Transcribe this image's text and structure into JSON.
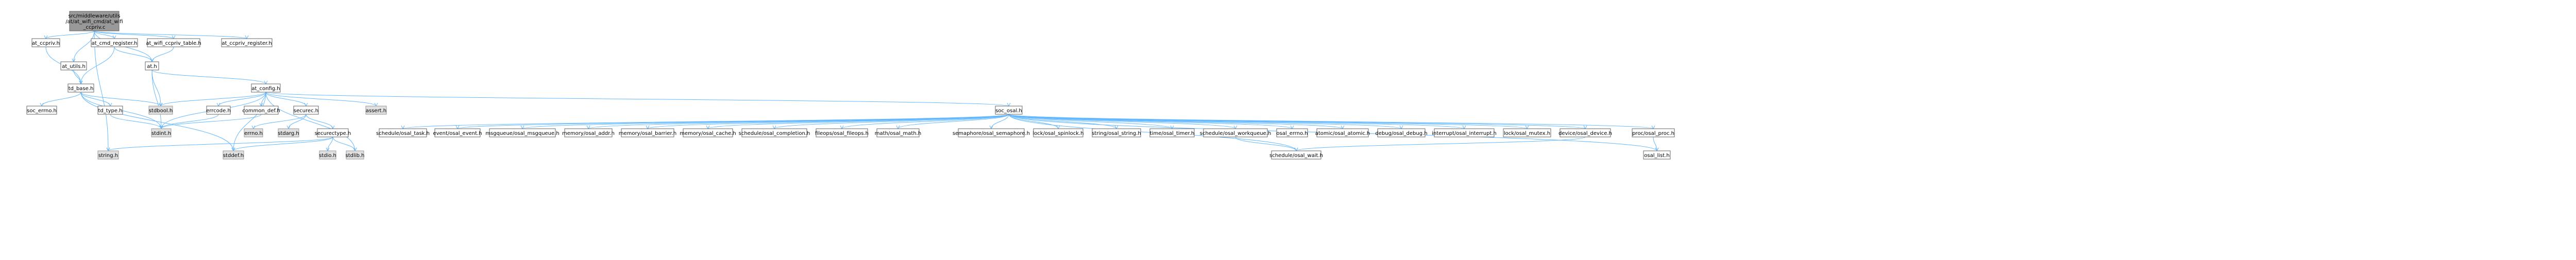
{
  "graph": {
    "root": {
      "id": "root",
      "lines": [
        "src/middleware/utils",
        "/at/at_wifi_cmd/at_wifi",
        "_ccpriv.c"
      ]
    },
    "nodes": [
      {
        "id": "at_ccpriv_h",
        "label": "at_ccpriv.h",
        "system": false
      },
      {
        "id": "at_cmd_register_h",
        "label": "at_cmd_register.h",
        "system": false
      },
      {
        "id": "at_wifi_ccpriv_table_h",
        "label": "at_wifi_ccpriv_table.h",
        "system": false
      },
      {
        "id": "at_ccpriv_register_h",
        "label": "at_ccpriv_register.h",
        "system": false
      },
      {
        "id": "at_utils_h",
        "label": "at_utils.h",
        "system": false
      },
      {
        "id": "at_h",
        "label": "at.h",
        "system": false
      },
      {
        "id": "td_base_h",
        "label": "td_base.h",
        "system": false
      },
      {
        "id": "at_config_h",
        "label": "at_config.h",
        "system": false
      },
      {
        "id": "soc_errno_h",
        "label": "soc_errno.h",
        "system": false
      },
      {
        "id": "td_type_h",
        "label": "td_type.h",
        "system": false
      },
      {
        "id": "stdbool_h",
        "label": "stdbool.h",
        "system": true
      },
      {
        "id": "errcode_h",
        "label": "errcode.h",
        "system": false
      },
      {
        "id": "common_def_h",
        "label": "common_def.h",
        "system": false
      },
      {
        "id": "securec_h",
        "label": "securec.h",
        "system": false
      },
      {
        "id": "assert_h",
        "label": "assert.h",
        "system": true
      },
      {
        "id": "soc_osal_h",
        "label": "soc_osal.h",
        "system": false
      },
      {
        "id": "stdint_h",
        "label": "stdint.h",
        "system": true
      },
      {
        "id": "errno_h",
        "label": "errno.h",
        "system": true
      },
      {
        "id": "stdarg_h",
        "label": "stdarg.h",
        "system": true
      },
      {
        "id": "securectype_h",
        "label": "securectype.h",
        "system": false
      },
      {
        "id": "string_h",
        "label": "string.h",
        "system": true
      },
      {
        "id": "stddef_h",
        "label": "stddef.h",
        "system": true
      },
      {
        "id": "stdio_h",
        "label": "stdio.h",
        "system": true
      },
      {
        "id": "stdlib_h",
        "label": "stdlib.h",
        "system": true
      },
      {
        "id": "osal_task_h",
        "label": "schedule/osal_task.h",
        "system": false
      },
      {
        "id": "osal_event_h",
        "label": "event/osal_event.h",
        "system": false
      },
      {
        "id": "osal_msgqueue_h",
        "label": "msgqueue/osal_msgqueue.h",
        "system": false
      },
      {
        "id": "osal_addr_h",
        "label": "memory/osal_addr.h",
        "system": false
      },
      {
        "id": "osal_barrier_h",
        "label": "memory/osal_barrier.h",
        "system": false
      },
      {
        "id": "osal_cache_h",
        "label": "memory/osal_cache.h",
        "system": false
      },
      {
        "id": "osal_completion_h",
        "label": "schedule/osal_completion.h",
        "system": false
      },
      {
        "id": "osal_fileops_h",
        "label": "fileops/osal_fileops.h",
        "system": false
      },
      {
        "id": "osal_math_h",
        "label": "math/osal_math.h",
        "system": false
      },
      {
        "id": "osal_semaphore_h",
        "label": "semaphore/osal_semaphore.h",
        "system": false
      },
      {
        "id": "osal_spinlock_h",
        "label": "lock/osal_spinlock.h",
        "system": false
      },
      {
        "id": "osal_string_h",
        "label": "string/osal_string.h",
        "system": false
      },
      {
        "id": "osal_timer_h",
        "label": "time/osal_timer.h",
        "system": false
      },
      {
        "id": "osal_workqueue_h",
        "label": "schedule/osal_workqueue.h",
        "system": false
      },
      {
        "id": "osal_errno_h",
        "label": "osal_errno.h",
        "system": false
      },
      {
        "id": "osal_atomic_h",
        "label": "atomic/osal_atomic.h",
        "system": false
      },
      {
        "id": "osal_debug_h",
        "label": "debug/osal_debug.h",
        "system": false
      },
      {
        "id": "osal_interrupt_h",
        "label": "interrupt/osal_interrupt.h",
        "system": false
      },
      {
        "id": "osal_mutex_h",
        "label": "lock/osal_mutex.h",
        "system": false
      },
      {
        "id": "osal_device_h",
        "label": "device/osal_device.h",
        "system": false
      },
      {
        "id": "osal_proc_h",
        "label": "proc/osal_proc.h",
        "system": false
      },
      {
        "id": "osal_wait_h",
        "label": "schedule/osal_wait.h",
        "system": false
      },
      {
        "id": "osal_list_h",
        "label": "osal_list.h",
        "system": false
      }
    ],
    "edges": [
      [
        "root",
        "at_ccpriv_h"
      ],
      [
        "root",
        "at_cmd_register_h"
      ],
      [
        "root",
        "at_wifi_ccpriv_table_h"
      ],
      [
        "root",
        "at_ccpriv_register_h"
      ],
      [
        "root",
        "at_utils_h"
      ],
      [
        "root",
        "at_h"
      ],
      [
        "root",
        "string_h"
      ],
      [
        "at_ccpriv_h",
        "td_base_h"
      ],
      [
        "at_cmd_register_h",
        "td_base_h"
      ],
      [
        "at_cmd_register_h",
        "at_h"
      ],
      [
        "at_wifi_ccpriv_table_h",
        "at_h"
      ],
      [
        "at_utils_h",
        "td_base_h"
      ],
      [
        "td_base_h",
        "soc_errno_h"
      ],
      [
        "td_base_h",
        "td_type_h"
      ],
      [
        "td_base_h",
        "stdbool_h"
      ],
      [
        "td_base_h",
        "stdint_h"
      ],
      [
        "td_base_h",
        "stddef_h"
      ],
      [
        "td_type_h",
        "stdint_h"
      ],
      [
        "at_h",
        "stdbool_h"
      ],
      [
        "at_h",
        "stdint_h"
      ],
      [
        "at_h",
        "at_config_h"
      ],
      [
        "at_config_h",
        "stdbool_h"
      ],
      [
        "at_config_h",
        "errcode_h"
      ],
      [
        "at_config_h",
        "common_def_h"
      ],
      [
        "at_config_h",
        "securec_h"
      ],
      [
        "at_config_h",
        "assert_h"
      ],
      [
        "at_config_h",
        "soc_osal_h"
      ],
      [
        "at_config_h",
        "stdint_h"
      ],
      [
        "at_config_h",
        "stddef_h"
      ],
      [
        "at_config_h",
        "stdlib_h"
      ],
      [
        "errcode_h",
        "stdint_h"
      ],
      [
        "common_def_h",
        "stdint_h"
      ],
      [
        "securec_h",
        "errno_h"
      ],
      [
        "securec_h",
        "stdarg_h"
      ],
      [
        "securec_h",
        "securectype_h"
      ],
      [
        "securectype_h",
        "string_h"
      ],
      [
        "securectype_h",
        "stddef_h"
      ],
      [
        "securectype_h",
        "stdio_h"
      ],
      [
        "securectype_h",
        "stdlib_h"
      ],
      [
        "soc_osal_h",
        "osal_task_h"
      ],
      [
        "soc_osal_h",
        "osal_event_h"
      ],
      [
        "soc_osal_h",
        "osal_msgqueue_h"
      ],
      [
        "soc_osal_h",
        "osal_addr_h"
      ],
      [
        "soc_osal_h",
        "osal_barrier_h"
      ],
      [
        "soc_osal_h",
        "osal_cache_h"
      ],
      [
        "soc_osal_h",
        "osal_completion_h"
      ],
      [
        "soc_osal_h",
        "osal_fileops_h"
      ],
      [
        "soc_osal_h",
        "osal_math_h"
      ],
      [
        "soc_osal_h",
        "osal_semaphore_h"
      ],
      [
        "soc_osal_h",
        "osal_spinlock_h"
      ],
      [
        "soc_osal_h",
        "osal_string_h"
      ],
      [
        "soc_osal_h",
        "osal_timer_h"
      ],
      [
        "soc_osal_h",
        "osal_workqueue_h"
      ],
      [
        "soc_osal_h",
        "osal_errno_h"
      ],
      [
        "soc_osal_h",
        "osal_atomic_h"
      ],
      [
        "soc_osal_h",
        "osal_debug_h"
      ],
      [
        "soc_osal_h",
        "osal_interrupt_h"
      ],
      [
        "soc_osal_h",
        "osal_mutex_h"
      ],
      [
        "soc_osal_h",
        "osal_device_h"
      ],
      [
        "soc_osal_h",
        "osal_proc_h"
      ],
      [
        "soc_osal_h",
        "osal_wait_h"
      ],
      [
        "soc_osal_h",
        "osal_list_h"
      ],
      [
        "osal_workqueue_h",
        "osal_wait_h"
      ],
      [
        "osal_device_h",
        "osal_wait_h"
      ],
      [
        "osal_proc_h",
        "osal_list_h"
      ]
    ]
  }
}
